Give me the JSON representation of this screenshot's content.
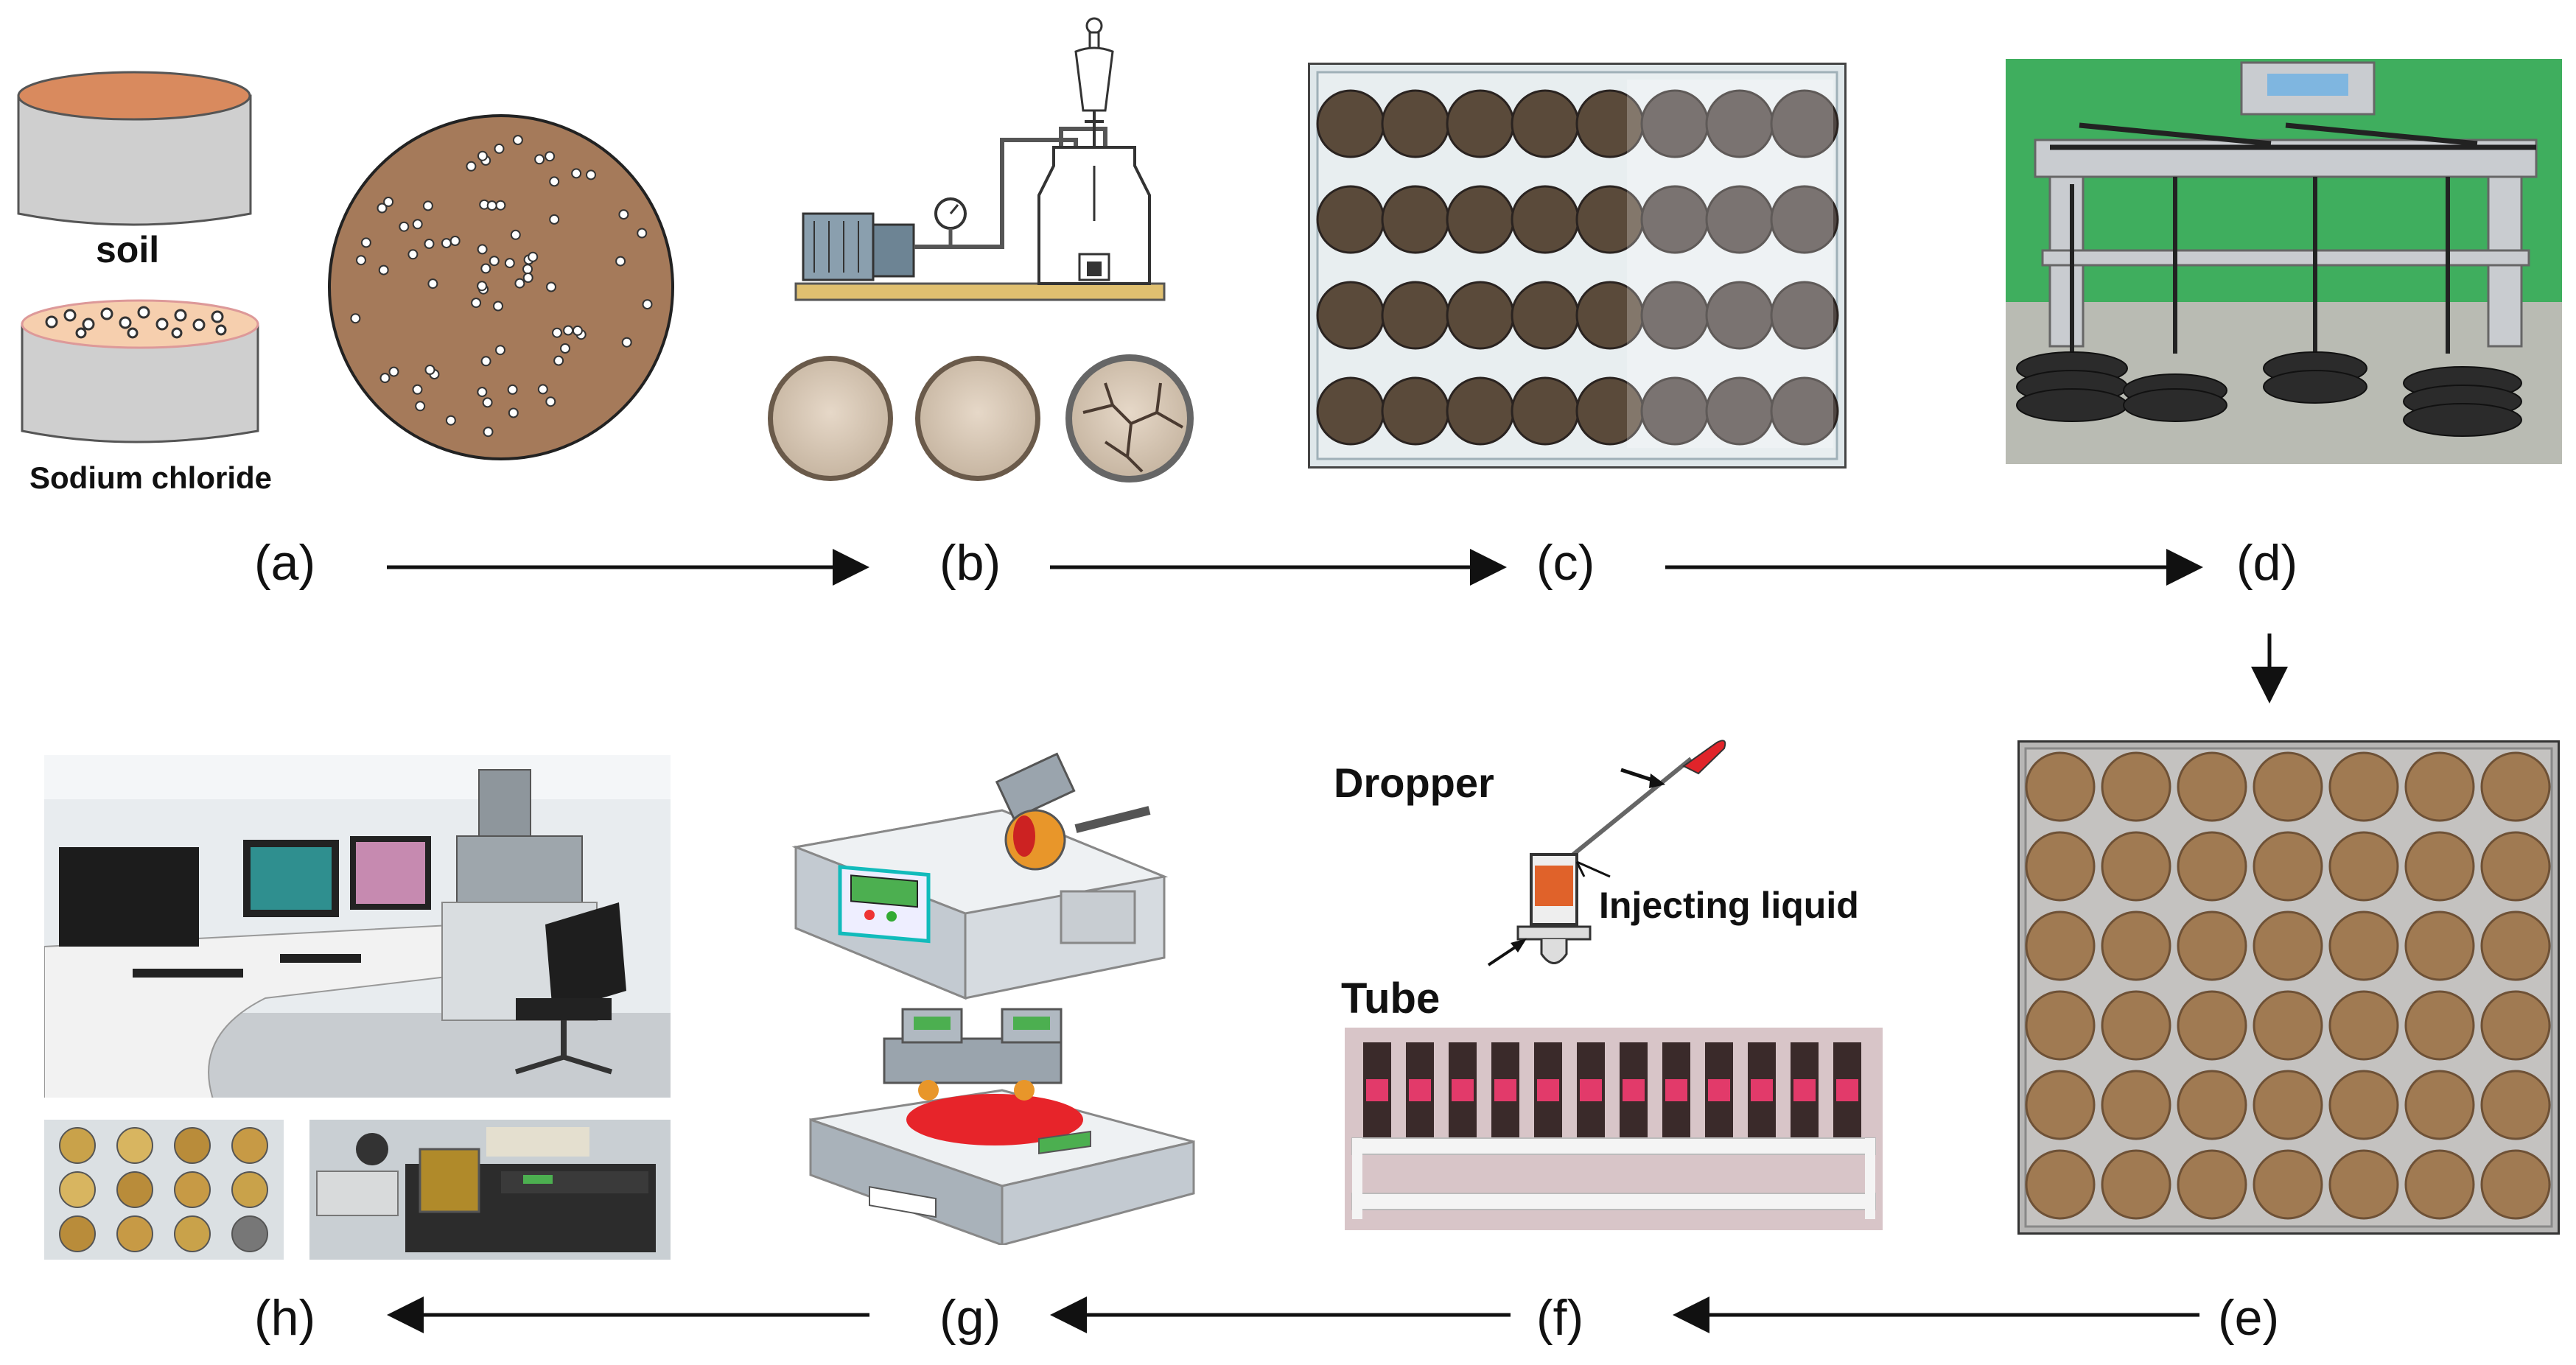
{
  "panel_a": {
    "soil_label": "soil",
    "salt_label": "Sodium chloride",
    "colors": {
      "soil": "#a57a5a",
      "soil_lid": "#d98a5e",
      "cylinder": "#cfcfcf"
    }
  },
  "panel_f": {
    "dropper_label": "Dropper",
    "injecting_label": "Injecting liquid",
    "tube_label": "Tube",
    "colors": {
      "dropper_tip": "#e0242a",
      "liquid": "#e0622a"
    }
  },
  "step_labels": {
    "a": "(a)",
    "b": "(b)",
    "c": "(c)",
    "d": "(d)",
    "e": "(e)",
    "f": "(f)",
    "g": "(g)",
    "h": "(h)"
  }
}
